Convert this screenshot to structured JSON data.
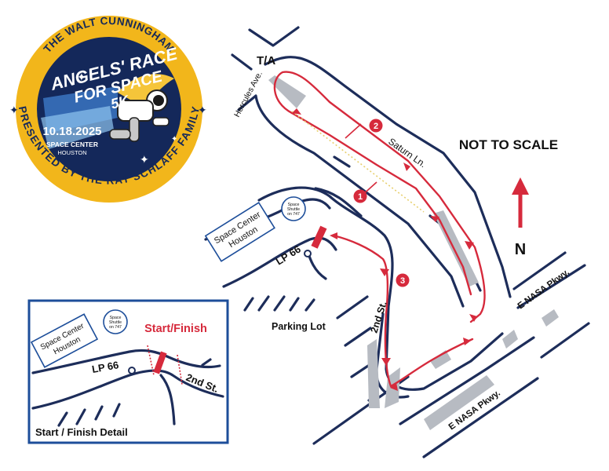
{
  "logo": {
    "arc_top": "THE WALT CUNNINGHAM",
    "arc_bottom": "PRESENTED BY THE RAY SCHLAFF FAMILY",
    "title_line1": "ANGELS' RACE",
    "title_line2": "FOR SPACE",
    "title_line3": "5K",
    "date": "10.18.2025",
    "venue_line1": "SPACE CENTER",
    "venue_line2": "HOUSTON"
  },
  "map": {
    "scale_note": "NOT TO SCALE",
    "north_label": "N",
    "turnaround": "T/A",
    "streets": {
      "hercules": "Hercules Ave.",
      "saturn": "Saturn Ln.",
      "lp66": "LP 66",
      "second_st": "2nd St.",
      "nasa_pkwy_1": "E NASA Pkwy.",
      "nasa_pkwy_2": "E NASA Pkwy."
    },
    "places": {
      "space_center_line1": "Space Center",
      "space_center_line2": "Houston",
      "shuttle_line1": "Space",
      "shuttle_line2": "Shuttle",
      "shuttle_line3": "on 747",
      "parking_lot": "Parking Lot"
    },
    "mile_markers": [
      "1",
      "2",
      "3"
    ]
  },
  "inset": {
    "title": "Start / Finish Detail",
    "start_finish": "Start/Finish",
    "lp66": "LP 66",
    "second_st": "2nd St.",
    "space_center_line1": "Space Center",
    "space_center_line2": "Houston",
    "shuttle_line1": "Space",
    "shuttle_line2": "Shuttle",
    "shuttle_line3": "on 747"
  },
  "colors": {
    "route": "#d62a3c",
    "road": "#1d2d5a",
    "median": "#b7bbc2",
    "logo_gold": "#f2b61b",
    "logo_navy": "#14285a"
  }
}
